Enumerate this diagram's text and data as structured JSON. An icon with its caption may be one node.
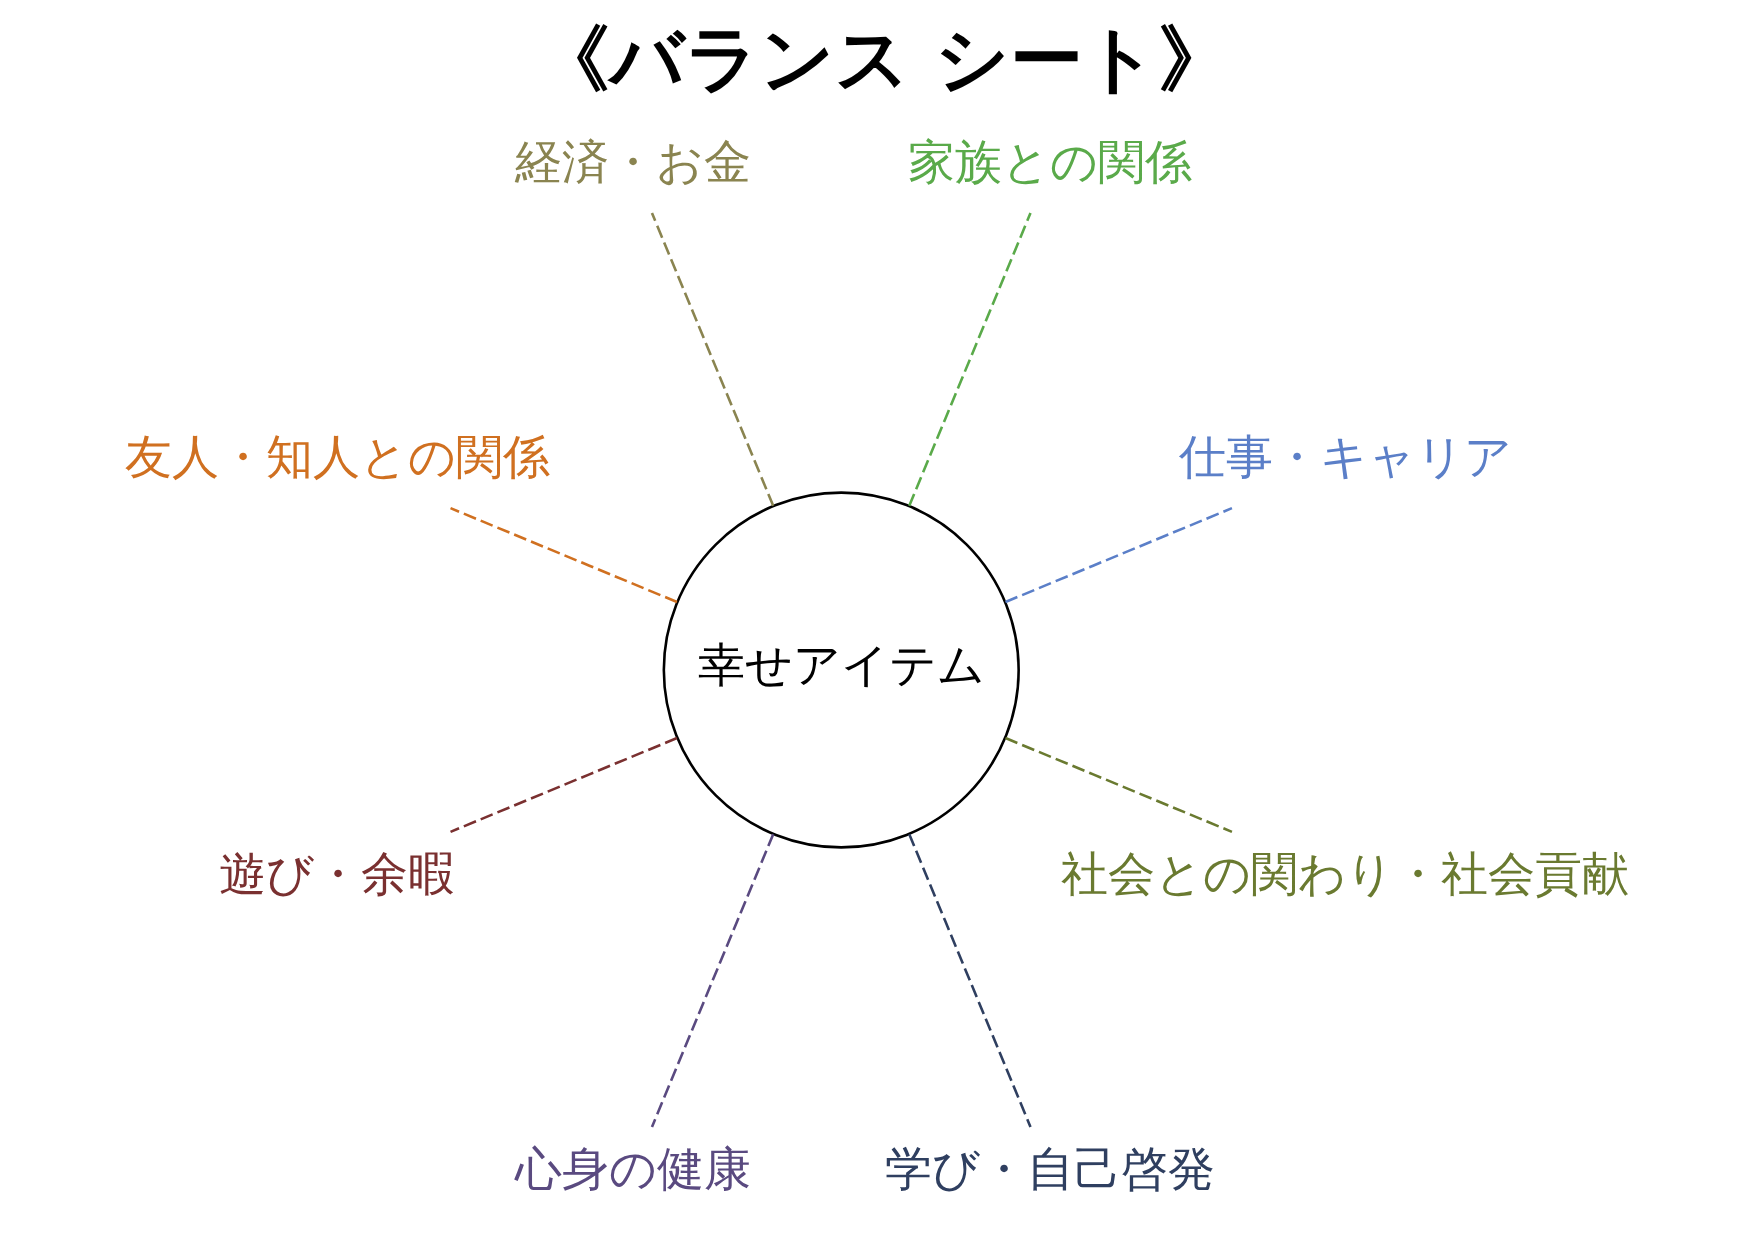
{
  "diagram": {
    "title": "《バランス シート》",
    "nodes": [
      {
        "text": [
          "仕事・キャリア"
        ]
      },
      {
        "text": [
          "家族との関係"
        ]
      },
      {
        "text": [
          "経済・お金"
        ]
      },
      {
        "text": [
          "友人・知人との関係"
        ]
      },
      {
        "text": [
          "幸せアイテム"
        ]
      },
      {
        "text": [
          "遊び・余暇"
        ]
      },
      {
        "text": [
          "心身の健康"
        ]
      },
      {
        "text": [
          "学び・自己啓発"
        ]
      },
      {
        "text": [
          "社会との関わり・社会貢献"
        ]
      }
    ],
    "edges": [
      {
        "from": 4,
        "to": 0,
        "arrow": "none",
        "style": "dashed",
        "color": "#5b7fc8"
      },
      {
        "from": 4,
        "to": 2,
        "arrow": "none",
        "style": "dashed",
        "color": "#8a8450"
      },
      {
        "from": 4,
        "to": 5,
        "arrow": "none",
        "style": "dashed",
        "color": "#7a3030"
      },
      {
        "from": 4,
        "to": 7,
        "arrow": "none",
        "style": "dashed",
        "color": "#2f3f60"
      },
      {
        "from": 4,
        "to": 8,
        "arrow": "none",
        "style": "dashed",
        "color": "#6a7a30"
      },
      {
        "from": 4,
        "to": 6,
        "arrow": "none",
        "style": "dashed",
        "color": "#5a4a80"
      },
      {
        "from": 4,
        "to": 3,
        "arrow": "none",
        "style": "dashed",
        "color": "#d07020"
      },
      {
        "from": 4,
        "to": 1,
        "arrow": "none",
        "style": "dashed",
        "color": "#5aaa4a"
      }
    ]
  }
}
